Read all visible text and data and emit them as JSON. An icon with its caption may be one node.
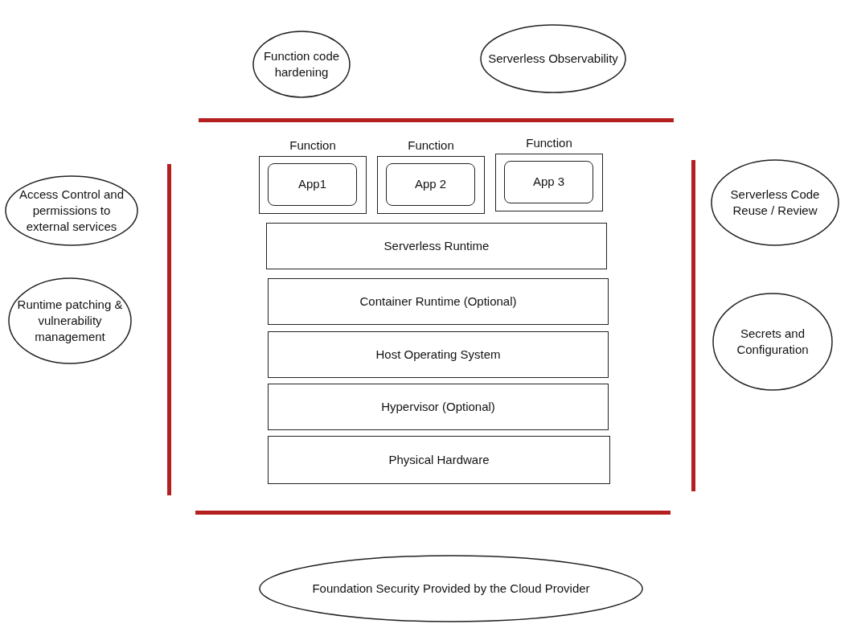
{
  "diagram": {
    "nodes": [
      {
        "text": [
          "Function code hardening"
        ]
      },
      {
        "text": [
          "Serverless Observability"
        ]
      },
      {
        "text": [
          "Access Control and permissions to external services"
        ]
      },
      {
        "text": [
          "Runtime patching & vulnerability management"
        ]
      },
      {
        "text": [
          "Function"
        ]
      },
      {
        "text": [
          "App1"
        ],
        "in": 4
      },
      {
        "text": [
          "Function"
        ]
      },
      {
        "text": [
          "App 2"
        ],
        "in": 6
      },
      {
        "text": [
          "Function"
        ]
      },
      {
        "text": [
          "App 3"
        ],
        "in": 8
      },
      {
        "text": [
          "Serverless Runtime"
        ]
      },
      {
        "text": [
          "Container Runtime (Optional)"
        ]
      },
      {
        "text": [
          "Host Operating System"
        ]
      },
      {
        "text": [
          "Hypervisor (Optional)"
        ]
      },
      {
        "text": [
          "Physical Hardware"
        ]
      },
      {
        "text": [
          "Serverless Code Reuse / Review"
        ]
      },
      {
        "text": [
          "Secrets and Configuration"
        ]
      },
      {
        "text": [
          "Foundation Security Provided by the Cloud Provider"
        ]
      }
    ],
    "edges": []
  }
}
